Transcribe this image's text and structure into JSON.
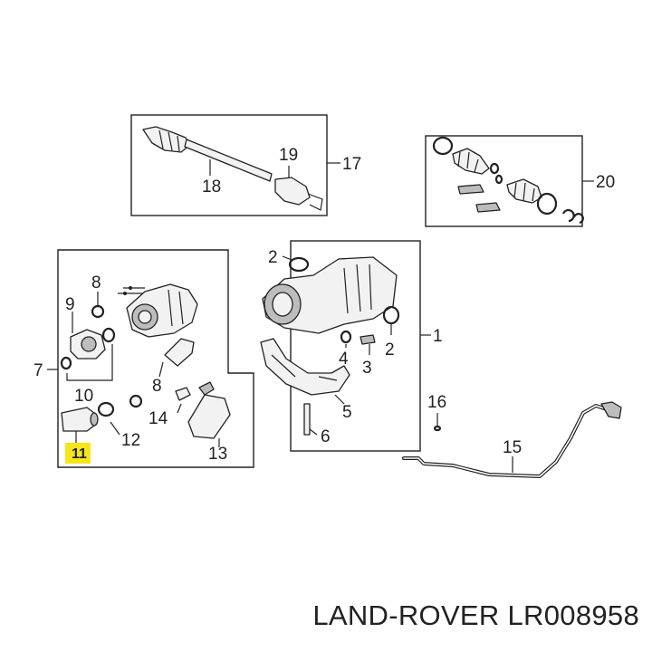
{
  "callouts": {
    "c1": "1",
    "c2a": "2",
    "c2b": "2",
    "c3": "3",
    "c4": "4",
    "c5": "5",
    "c6": "6",
    "c7": "7",
    "c8a": "8",
    "c8b": "8",
    "c9": "9",
    "c10": "10",
    "c11": "11",
    "c12": "12",
    "c13": "13",
    "c14": "14",
    "c15": "15",
    "c16": "16",
    "c17": "17",
    "c18": "18",
    "c19": "19",
    "c20": "20"
  },
  "highlighted_callout": "11",
  "highlight_color": "#f6e51a",
  "footer": {
    "part_label": "LAND-ROVER LR008958"
  }
}
